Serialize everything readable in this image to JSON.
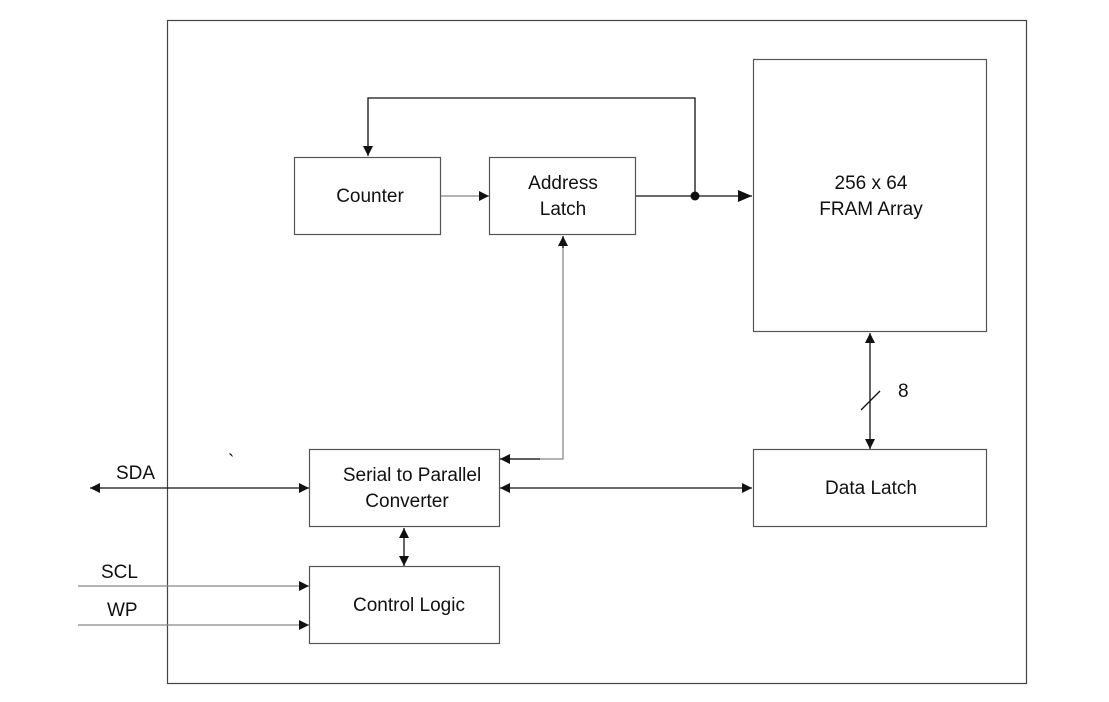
{
  "diagram": {
    "blocks": {
      "counter": {
        "label": "Counter"
      },
      "address_latch": {
        "line1": "Address",
        "line2": "Latch"
      },
      "fram_array": {
        "line1": "256 x 64",
        "line2": "FRAM Array"
      },
      "data_latch": {
        "label": "Data Latch"
      },
      "serial_parallel": {
        "line1": "Serial to Parallel",
        "line2": "Converter"
      },
      "control_logic": {
        "label": "Control Logic"
      }
    },
    "signals": {
      "sda": "SDA",
      "scl": "SCL",
      "wp": "WP"
    },
    "bus_width_label": "8",
    "stray_mark": "`"
  }
}
